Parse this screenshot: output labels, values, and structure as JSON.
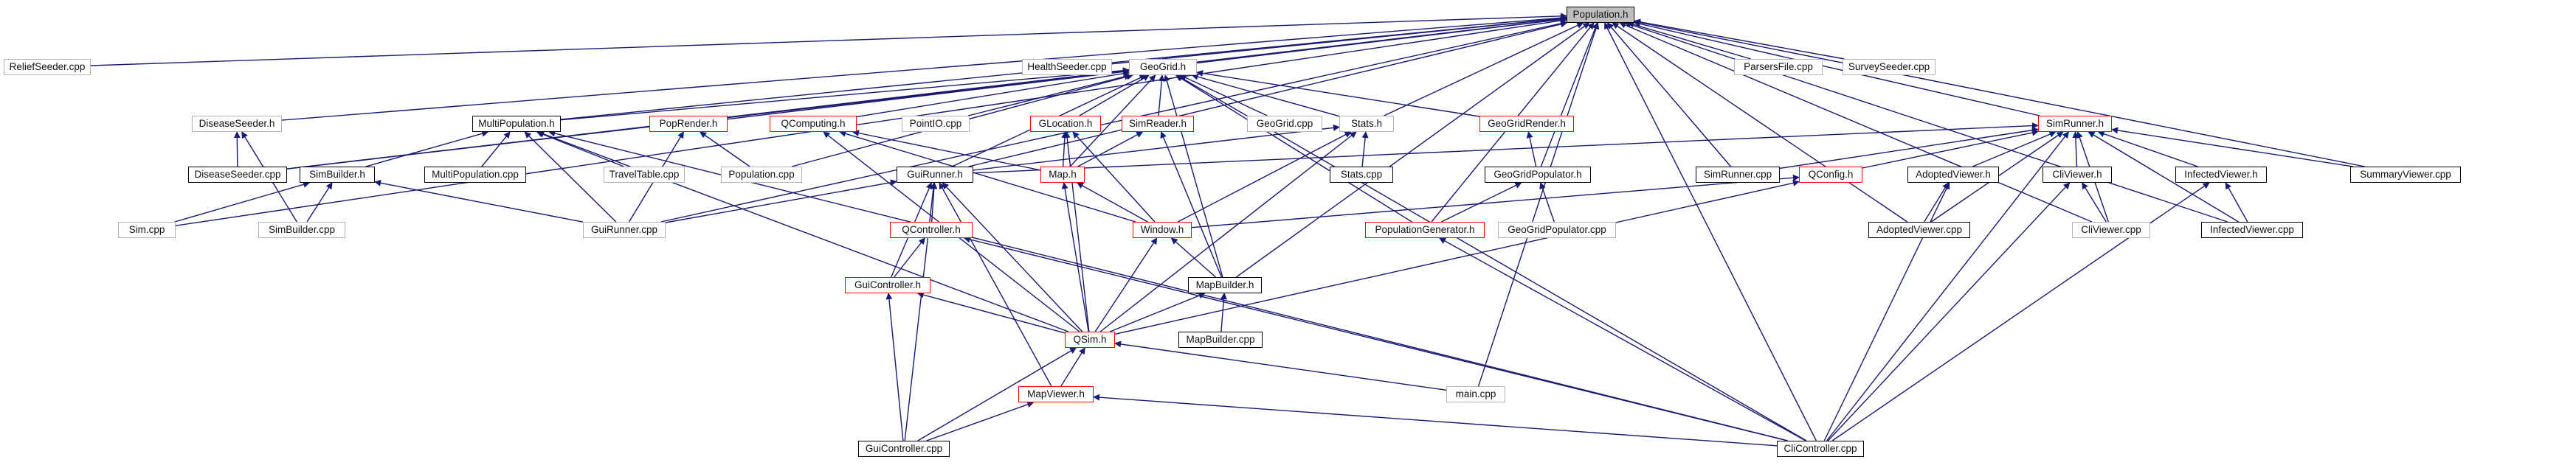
{
  "diagram": {
    "title": "Population.h",
    "edge_color": "#191970",
    "nodes": [
      {
        "id": "pop_h",
        "label": "Population.h",
        "style": "focus"
      },
      {
        "id": "relief",
        "label": "ReliefSeeder.cpp",
        "style": "grey"
      },
      {
        "id": "disease_h",
        "label": "DiseaseSeeder.h",
        "style": "grey"
      },
      {
        "id": "disease_cpp",
        "label": "DiseaseSeeder.cpp",
        "style": "black"
      },
      {
        "id": "multipop_h",
        "label": "MultiPopulation.h",
        "style": "black"
      },
      {
        "id": "simbuilder_h",
        "label": "SimBuilder.h",
        "style": "black"
      },
      {
        "id": "sim_cpp",
        "label": "Sim.cpp",
        "style": "grey"
      },
      {
        "id": "simbuilder_cpp",
        "label": "SimBuilder.cpp",
        "style": "grey"
      },
      {
        "id": "multipop_cpp",
        "label": "MultiPopulation.cpp",
        "style": "black"
      },
      {
        "id": "travel_cpp",
        "label": "TravelTable.cpp",
        "style": "grey"
      },
      {
        "id": "guirunner_cpp",
        "label": "GuiRunner.cpp",
        "style": "grey"
      },
      {
        "id": "health_cpp",
        "label": "HealthSeeder.cpp",
        "style": "grey"
      },
      {
        "id": "geogrid_h",
        "label": "GeoGrid.h",
        "style": "grey"
      },
      {
        "id": "poprender_h",
        "label": "PopRender.h",
        "style": "red"
      },
      {
        "id": "popul_cpp",
        "label": "Population.cpp",
        "style": "grey"
      },
      {
        "id": "qcomputing_h",
        "label": "QComputing.h",
        "style": "red"
      },
      {
        "id": "pointio_cpp",
        "label": "PointIO.cpp",
        "style": "grey"
      },
      {
        "id": "glocation_h",
        "label": "GLocation.h",
        "style": "red"
      },
      {
        "id": "simreader_h",
        "label": "SimReader.h",
        "style": "red"
      },
      {
        "id": "geogrid_cpp",
        "label": "GeoGrid.cpp",
        "style": "grey"
      },
      {
        "id": "stats_h",
        "label": "Stats.h",
        "style": "grey"
      },
      {
        "id": "stats_cpp",
        "label": "Stats.cpp",
        "style": "black"
      },
      {
        "id": "guirunner_h",
        "label": "GuiRunner.h",
        "style": "black"
      },
      {
        "id": "map_h",
        "label": "Map.h",
        "style": "red"
      },
      {
        "id": "qcontroller_h",
        "label": "QController.h",
        "style": "red"
      },
      {
        "id": "guicontroller_h",
        "label": "GuiController.h",
        "style": "red"
      },
      {
        "id": "window_h",
        "label": "Window.h",
        "style": "red"
      },
      {
        "id": "qsim_h",
        "label": "QSim.h",
        "style": "red"
      },
      {
        "id": "mapviewer_h",
        "label": "MapViewer.h",
        "style": "red"
      },
      {
        "id": "guicontroller_cpp",
        "label": "GuiController.cpp",
        "style": "black"
      },
      {
        "id": "mapbuilder_h",
        "label": "MapBuilder.h",
        "style": "black"
      },
      {
        "id": "mapbuilder_cpp",
        "label": "MapBuilder.cpp",
        "style": "black"
      },
      {
        "id": "main_cpp",
        "label": "main.cpp",
        "style": "grey"
      },
      {
        "id": "geogridrender_h",
        "label": "GeoGridRender.h",
        "style": "red"
      },
      {
        "id": "geogridpop_h",
        "label": "GeoGridPopulator.h",
        "style": "black"
      },
      {
        "id": "popgen_h",
        "label": "PopulationGenerator.h",
        "style": "red"
      },
      {
        "id": "geogridpop_cpp",
        "label": "GeoGridPopulator.cpp",
        "style": "grey"
      },
      {
        "id": "cli_cpp",
        "label": "CliController.cpp",
        "style": "black"
      },
      {
        "id": "parsers_cpp",
        "label": "ParsersFile.cpp",
        "style": "grey"
      },
      {
        "id": "survey_cpp",
        "label": "SurveySeeder.cpp",
        "style": "grey"
      },
      {
        "id": "simrunner_h",
        "label": "SimRunner.h",
        "style": "red"
      },
      {
        "id": "simrunner_cpp",
        "label": "SimRunner.cpp",
        "style": "black"
      },
      {
        "id": "qconfig_h",
        "label": "QConfig.h",
        "style": "red"
      },
      {
        "id": "adoptedviewer_h",
        "label": "AdoptedViewer.h",
        "style": "black"
      },
      {
        "id": "cliviewer_h",
        "label": "CliViewer.h",
        "style": "black"
      },
      {
        "id": "infectedviewer_h",
        "label": "InfectedViewer.h",
        "style": "black"
      },
      {
        "id": "summary_cpp",
        "label": "SummaryViewer.cpp",
        "style": "black"
      },
      {
        "id": "adoptedviewer_cpp",
        "label": "AdoptedViewer.cpp",
        "style": "black"
      },
      {
        "id": "cliviewer_cpp",
        "label": "CliViewer.cpp",
        "style": "grey"
      },
      {
        "id": "infectedviewer_cpp",
        "label": "InfectedViewer.cpp",
        "style": "black"
      }
    ],
    "edges": [
      [
        "relief",
        "pop_h"
      ],
      [
        "disease_h",
        "pop_h"
      ],
      [
        "disease_cpp",
        "pop_h"
      ],
      [
        "multipop_h",
        "pop_h"
      ],
      [
        "sim_cpp",
        "pop_h"
      ],
      [
        "health_cpp",
        "pop_h"
      ],
      [
        "geogrid_h",
        "pop_h"
      ],
      [
        "guirunner_cpp",
        "pop_h"
      ],
      [
        "guirunner_h",
        "pop_h"
      ],
      [
        "stats_h",
        "pop_h"
      ],
      [
        "geogridpop_h",
        "pop_h"
      ],
      [
        "popgen_h",
        "pop_h"
      ],
      [
        "mapbuilder_h",
        "pop_h"
      ],
      [
        "main_cpp",
        "pop_h"
      ],
      [
        "cli_cpp",
        "pop_h"
      ],
      [
        "parsers_cpp",
        "pop_h"
      ],
      [
        "survey_cpp",
        "pop_h"
      ],
      [
        "simrunner_h",
        "pop_h"
      ],
      [
        "simrunner_cpp",
        "pop_h"
      ],
      [
        "summary_cpp",
        "pop_h"
      ],
      [
        "adoptedviewer_cpp",
        "pop_h"
      ],
      [
        "cliviewer_cpp",
        "pop_h"
      ],
      [
        "infectedviewer_cpp",
        "pop_h"
      ],
      [
        "disease_cpp",
        "disease_h"
      ],
      [
        "simbuilder_cpp",
        "disease_h"
      ],
      [
        "simbuilder_h",
        "multipop_h"
      ],
      [
        "multipop_cpp",
        "multipop_h"
      ],
      [
        "travel_cpp",
        "multipop_h"
      ],
      [
        "guirunner_cpp",
        "multipop_h"
      ],
      [
        "qsim_h",
        "multipop_h"
      ],
      [
        "cli_cpp",
        "multipop_h"
      ],
      [
        "sim_cpp",
        "simbuilder_h"
      ],
      [
        "simbuilder_cpp",
        "simbuilder_h"
      ],
      [
        "guirunner_cpp",
        "simbuilder_h"
      ],
      [
        "poprender_h",
        "geogrid_h"
      ],
      [
        "qcomputing_h",
        "geogrid_h"
      ],
      [
        "pointio_cpp",
        "geogrid_h"
      ],
      [
        "glocation_h",
        "geogrid_h"
      ],
      [
        "simreader_h",
        "geogrid_h"
      ],
      [
        "geogrid_cpp",
        "geogrid_h"
      ],
      [
        "stats_h",
        "geogrid_h"
      ],
      [
        "geogridrender_h",
        "geogrid_h"
      ],
      [
        "guirunner_h",
        "geogrid_h"
      ],
      [
        "map_h",
        "geogrid_h"
      ],
      [
        "popul_cpp",
        "geogrid_h"
      ],
      [
        "disease_cpp",
        "geogrid_h"
      ],
      [
        "multipop_h",
        "geogrid_h"
      ],
      [
        "popgen_h",
        "geogrid_h"
      ],
      [
        "mapbuilder_h",
        "geogrid_h"
      ],
      [
        "cli_cpp",
        "geogrid_h"
      ],
      [
        "popul_cpp",
        "poprender_h"
      ],
      [
        "guirunner_cpp",
        "poprender_h"
      ],
      [
        "map_h",
        "qcomputing_h"
      ],
      [
        "qsim_h",
        "qcomputing_h"
      ],
      [
        "window_h",
        "qcomputing_h"
      ],
      [
        "map_h",
        "glocation_h"
      ],
      [
        "window_h",
        "glocation_h"
      ],
      [
        "qsim_h",
        "glocation_h"
      ],
      [
        "map_h",
        "simreader_h"
      ],
      [
        "mapbuilder_h",
        "simreader_h"
      ],
      [
        "stats_cpp",
        "stats_h"
      ],
      [
        "window_h",
        "stats_h"
      ],
      [
        "qsim_h",
        "stats_h"
      ],
      [
        "guirunner_h",
        "stats_h"
      ],
      [
        "guirunner_cpp",
        "guirunner_h"
      ],
      [
        "qcontroller_h",
        "guirunner_h"
      ],
      [
        "guicontroller_h",
        "guirunner_h"
      ],
      [
        "qsim_h",
        "guirunner_h"
      ],
      [
        "mapviewer_h",
        "guirunner_h"
      ],
      [
        "guicontroller_cpp",
        "guirunner_h"
      ],
      [
        "qsim_h",
        "map_h"
      ],
      [
        "window_h",
        "map_h"
      ],
      [
        "guicontroller_h",
        "qcontroller_h"
      ],
      [
        "cli_cpp",
        "qcontroller_h"
      ],
      [
        "qsim_h",
        "guicontroller_h"
      ],
      [
        "guicontroller_cpp",
        "guicontroller_h"
      ],
      [
        "mapbuilder_h",
        "window_h"
      ],
      [
        "qsim_h",
        "window_h"
      ],
      [
        "mapbuilder_cpp",
        "mapbuilder_h"
      ],
      [
        "qsim_h",
        "mapbuilder_h"
      ],
      [
        "main_cpp",
        "qsim_h"
      ],
      [
        "mapviewer_h",
        "qsim_h"
      ],
      [
        "guicontroller_cpp",
        "qsim_h"
      ],
      [
        "guicontroller_cpp",
        "mapviewer_h"
      ],
      [
        "cli_cpp",
        "mapviewer_h"
      ],
      [
        "geogridpop_h",
        "geogridrender_h"
      ],
      [
        "popgen_h",
        "geogridpop_h"
      ],
      [
        "geogridpop_cpp",
        "geogridpop_h"
      ],
      [
        "cli_cpp",
        "popgen_h"
      ],
      [
        "simrunner_cpp",
        "simrunner_h"
      ],
      [
        "qconfig_h",
        "simrunner_h"
      ],
      [
        "adoptedviewer_h",
        "simrunner_h"
      ],
      [
        "cliviewer_h",
        "simrunner_h"
      ],
      [
        "infectedviewer_h",
        "simrunner_h"
      ],
      [
        "summary_cpp",
        "simrunner_h"
      ],
      [
        "adoptedviewer_cpp",
        "simrunner_h"
      ],
      [
        "cliviewer_cpp",
        "simrunner_h"
      ],
      [
        "infectedviewer_cpp",
        "simrunner_h"
      ],
      [
        "cli_cpp",
        "simrunner_h"
      ],
      [
        "guirunner_h",
        "simrunner_h"
      ],
      [
        "window_h",
        "qconfig_h"
      ],
      [
        "qsim_h",
        "qconfig_h"
      ],
      [
        "adoptedviewer_cpp",
        "adoptedviewer_h"
      ],
      [
        "cli_cpp",
        "adoptedviewer_h"
      ],
      [
        "cliviewer_cpp",
        "cliviewer_h"
      ],
      [
        "cli_cpp",
        "cliviewer_h"
      ],
      [
        "infectedviewer_cpp",
        "infectedviewer_h"
      ],
      [
        "cli_cpp",
        "infectedviewer_h"
      ]
    ]
  }
}
